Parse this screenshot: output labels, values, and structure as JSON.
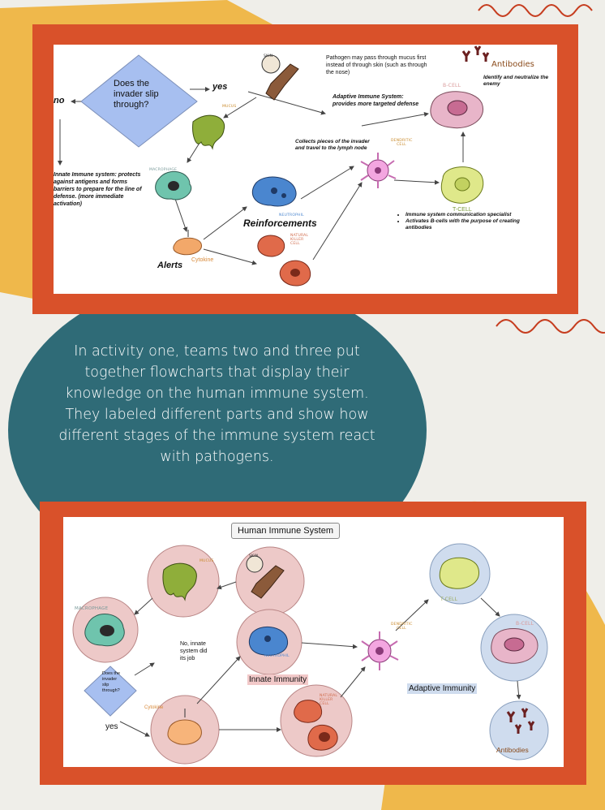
{
  "colors": {
    "background": "#efeee9",
    "mustard": "#efb84b",
    "teal": "#2f6b77",
    "frame_red": "#d9512a",
    "wave_red": "#c63d1f"
  },
  "flowchart1": {
    "question": "Does the invader slip through?",
    "no_label": "no",
    "yes_label": "yes",
    "pathogen_note": "Pathogen may pass through mucus first instead of through skin (such as through the nose)",
    "skin_label": "SKIN",
    "mucus_label": "MUCUS",
    "adaptive_note": "Adaptive Immune System: provides more targeted defense",
    "antibodies_label": "Antibodies",
    "antibodies_note": "Identify and neutralize the enemy",
    "bcell_label": "B-CELL",
    "collects_note": "Collects pieces of the invader and travel to the lymph node",
    "dendritic_label": "DENDRITIC CELL",
    "innate_note": "Innate Immune system: protects against antigens and forms barriers to prepare for the line of defense. (more immediate activation)",
    "macrophage_label": "MACROPHAGE",
    "neutrophil_label": "NEUTROPHIL",
    "reinforcements_label": "Reinforcements",
    "nk_label": "NATURAL KILLER CELL",
    "cytokine_label": "Cytokine",
    "alerts_label": "Alerts",
    "tcell_label": "T-CELL",
    "tcell_bullets": [
      "Immune system communication specialist",
      "Activates B-cells with the purpose of creating antibodies"
    ]
  },
  "caption": "In activity one, teams two and three put together flowcharts that display their knowledge on the human immune system.  They labeled different parts and show how different stages of the immune system react with pathogens.",
  "flowchart2": {
    "title": "Human Immune System",
    "mucus_label": "MUCUS",
    "skin_label": "SKIN",
    "macrophage_label": "MACROPHAGE",
    "no_note": "No, innate system did its job",
    "question": "Does the invader slip through?",
    "yes_label": "yes",
    "cytokine_label": "Cytokine",
    "neutrophil_label": "NEUTROPHIL",
    "innate_label": "Innate Immunity",
    "nk_label": "NATURAL KILLER CELL",
    "dendritic_label": "DENDRITIC CELL",
    "adaptive_label": "Adaptive Immunity",
    "tcell_label": "T-CELL",
    "bcell_label": "B-CELL",
    "antibodies_label": "Antibodies"
  }
}
